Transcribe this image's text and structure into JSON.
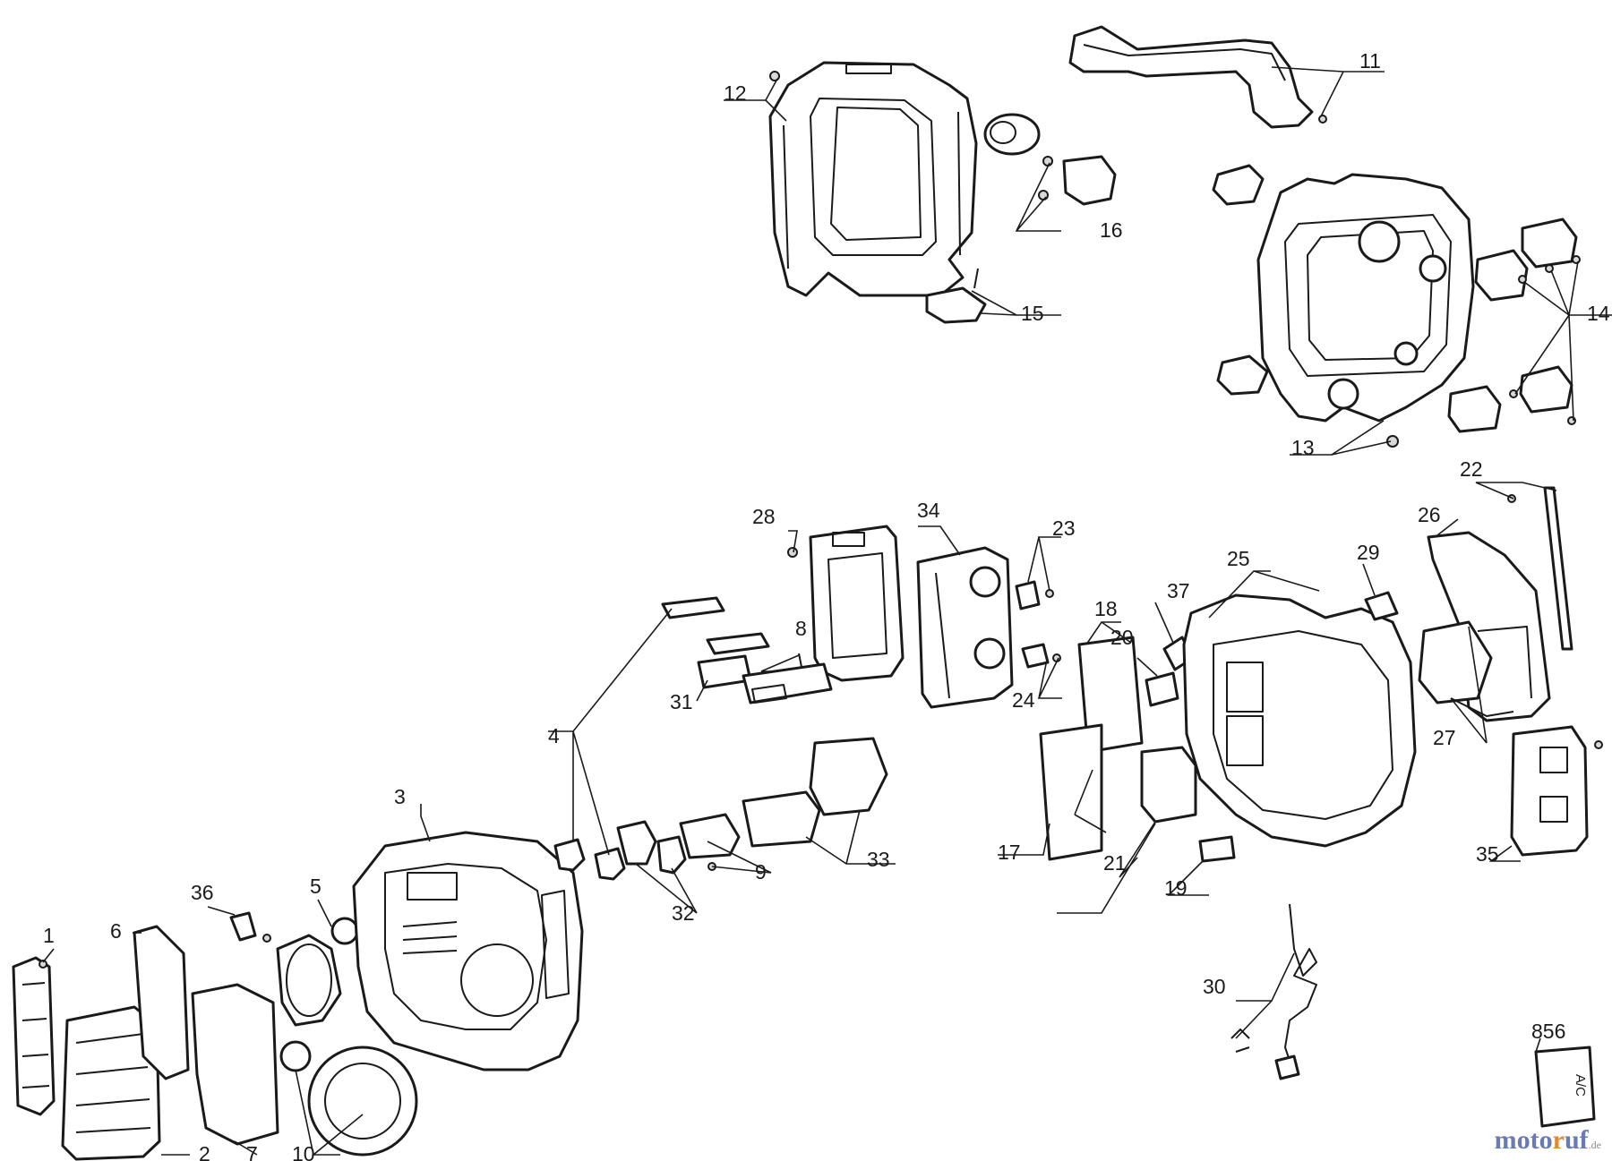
{
  "parts": [
    {
      "id": "1",
      "label": "1"
    },
    {
      "id": "2",
      "label": "2"
    },
    {
      "id": "3",
      "label": "3"
    },
    {
      "id": "4",
      "label": "4"
    },
    {
      "id": "5",
      "label": "5"
    },
    {
      "id": "6",
      "label": "6"
    },
    {
      "id": "7",
      "label": "7"
    },
    {
      "id": "8",
      "label": "8"
    },
    {
      "id": "9",
      "label": "9"
    },
    {
      "id": "10",
      "label": "10"
    },
    {
      "id": "11",
      "label": "11"
    },
    {
      "id": "12",
      "label": "12"
    },
    {
      "id": "13",
      "label": "13"
    },
    {
      "id": "14",
      "label": "14"
    },
    {
      "id": "15",
      "label": "15"
    },
    {
      "id": "16",
      "label": "16"
    },
    {
      "id": "17",
      "label": "17"
    },
    {
      "id": "18",
      "label": "18"
    },
    {
      "id": "19",
      "label": "19"
    },
    {
      "id": "20",
      "label": "20"
    },
    {
      "id": "21",
      "label": "21"
    },
    {
      "id": "22",
      "label": "22"
    },
    {
      "id": "23",
      "label": "23"
    },
    {
      "id": "24",
      "label": "24"
    },
    {
      "id": "25",
      "label": "25"
    },
    {
      "id": "26",
      "label": "26"
    },
    {
      "id": "27",
      "label": "27"
    },
    {
      "id": "28",
      "label": "28"
    },
    {
      "id": "29",
      "label": "29"
    },
    {
      "id": "30",
      "label": "30"
    },
    {
      "id": "31",
      "label": "31"
    },
    {
      "id": "32",
      "label": "32"
    },
    {
      "id": "33",
      "label": "33"
    },
    {
      "id": "34",
      "label": "34"
    },
    {
      "id": "35",
      "label": "35"
    },
    {
      "id": "36",
      "label": "36"
    },
    {
      "id": "37",
      "label": "37"
    },
    {
      "id": "856",
      "label": "856"
    }
  ],
  "label_tag_text": "A/C",
  "watermark": {
    "part1": "moto",
    "part2": "r",
    "part3": "uf",
    "suffix": ".de"
  }
}
